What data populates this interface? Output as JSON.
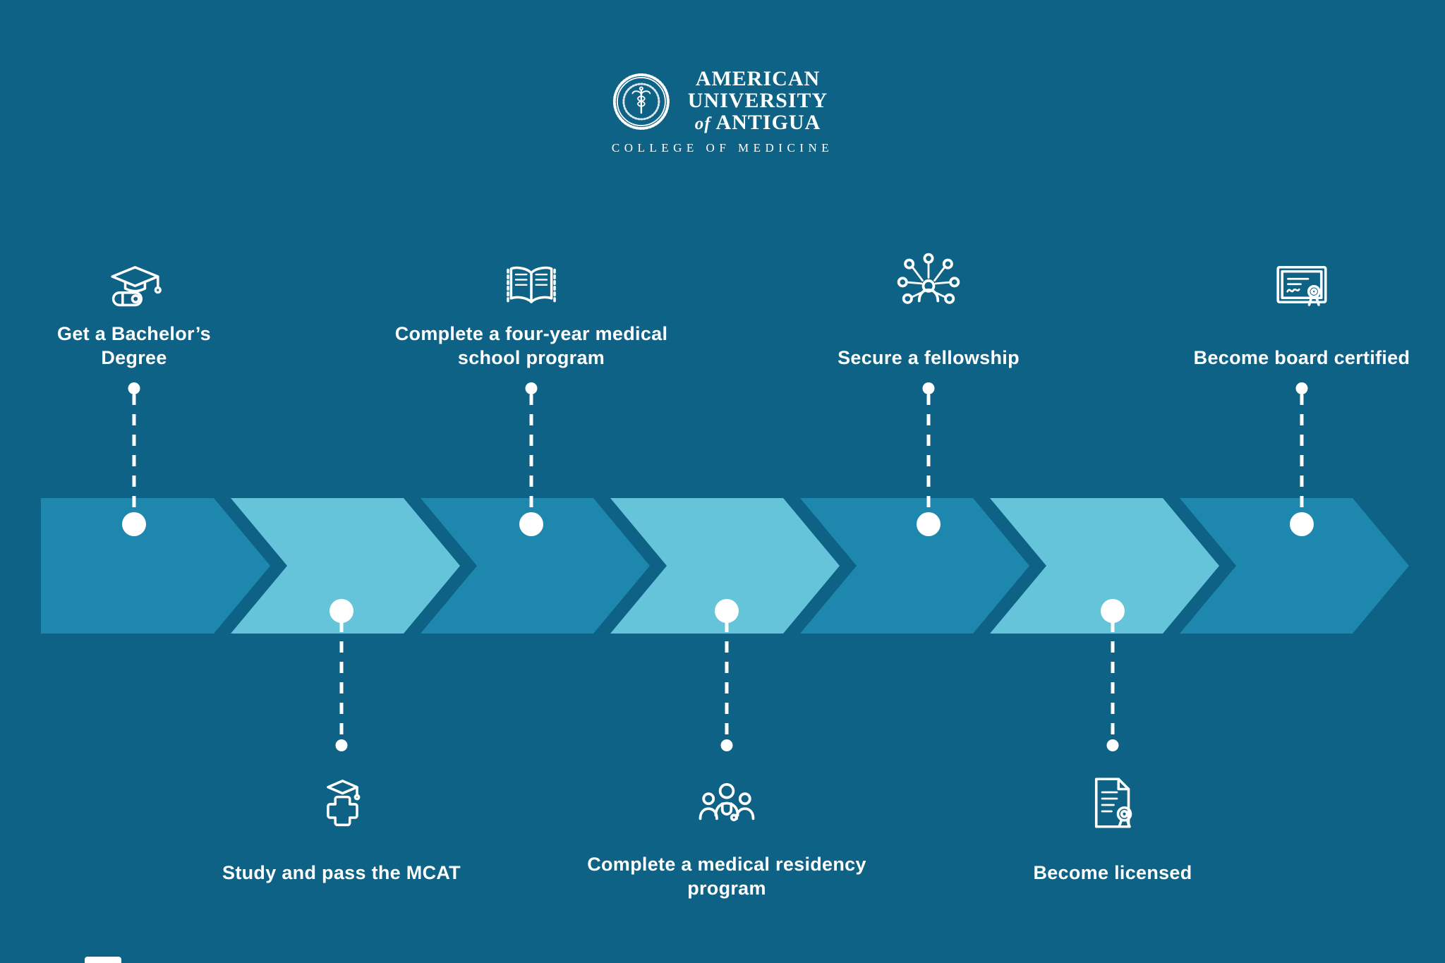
{
  "colors": {
    "background": "#0d6285",
    "chevron_dark": "#1e87ae",
    "chevron_light": "#66c4da",
    "foreground": "#ffffff"
  },
  "logo": {
    "line1": "AMERICAN",
    "line2": "UNIVERSITY",
    "line3_of": "of",
    "line3_name": "ANTIGUA",
    "college_line": "COLLEGE OF MEDICINE"
  },
  "timeline": {
    "steps": [
      {
        "label": "Get a Bachelor’s Degree",
        "icon": "graduation-cap-diploma-icon",
        "side": "above"
      },
      {
        "label": "Study and pass the MCAT",
        "icon": "medical-cross-grad-cap-icon",
        "side": "below"
      },
      {
        "label": "Complete a four-year medical school program",
        "icon": "open-book-icon",
        "side": "above"
      },
      {
        "label": "Complete a medical residency program",
        "icon": "medical-team-icon",
        "side": "below"
      },
      {
        "label": "Secure a fellowship",
        "icon": "fellowship-network-icon",
        "side": "above"
      },
      {
        "label": "Become licensed",
        "icon": "license-document-icon",
        "side": "below"
      },
      {
        "label": "Become board certified",
        "icon": "board-certificate-icon",
        "side": "above"
      }
    ]
  }
}
